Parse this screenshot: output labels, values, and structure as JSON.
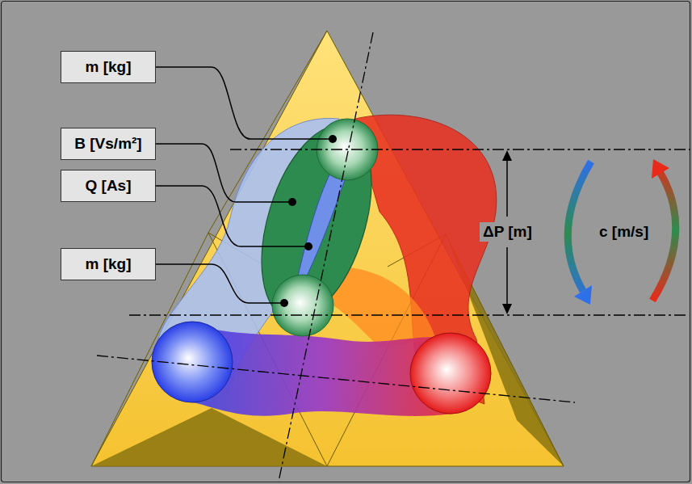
{
  "diagram": {
    "nodes": [
      {
        "text": [
          "m [kg]"
        ]
      },
      {
        "text": [
          "B [Vs/m²]"
        ]
      },
      {
        "text": [
          "Q [As]"
        ]
      },
      {
        "text": [
          "m [kg]"
        ]
      }
    ],
    "labels": [
      "ΔP [m]",
      "c [m/s]"
    ]
  }
}
